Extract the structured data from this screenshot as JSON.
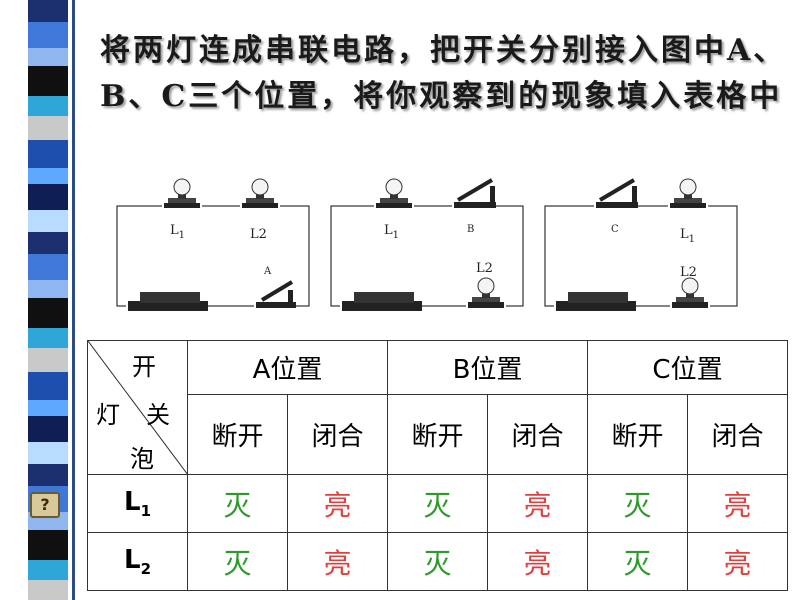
{
  "slide": {
    "title": "将两灯连成串联电路，把开关分别接入图中A、B、C三个位置，将你观察到的现象填入表格中",
    "help_icon": "question-mark-icon",
    "help_glyph": "?"
  },
  "circuits": [
    {
      "labels": {
        "l1": "L",
        "l1_sub": "1",
        "l2": "L2",
        "switch": "A"
      }
    },
    {
      "labels": {
        "l1": "L",
        "l1_sub": "1",
        "l2": "L2",
        "switch": "B"
      }
    },
    {
      "labels": {
        "l1": "L",
        "l1_sub": "1",
        "l2": "L2",
        "switch": "C"
      }
    }
  ],
  "table": {
    "corner": {
      "top": "开",
      "mid_left": "灯",
      "mid_right": "关",
      "bottom": "泡"
    },
    "positions": [
      "A位置",
      "B位置",
      "C位置"
    ],
    "states": [
      "断开",
      "闭合",
      "断开",
      "闭合",
      "断开",
      "闭合"
    ],
    "rows": [
      {
        "lamp": "L",
        "sub": "1",
        "cells": [
          "灭",
          "亮",
          "灭",
          "亮",
          "灭",
          "亮"
        ]
      },
      {
        "lamp": "L",
        "sub": "2",
        "cells": [
          "灭",
          "亮",
          "灭",
          "亮",
          "灭",
          "亮"
        ]
      }
    ],
    "colors": {
      "off": "#2e9a2e",
      "on": "#e04040"
    }
  },
  "colors": {
    "stripes": [
      "#1c2f6e",
      "#3f78d8",
      "#8fb6ee",
      "#101010",
      "#2ea6d8",
      "#c9c9c9",
      "#1d4fae",
      "#5fa8ff",
      "#0f1f55",
      "#b8dcff"
    ]
  }
}
